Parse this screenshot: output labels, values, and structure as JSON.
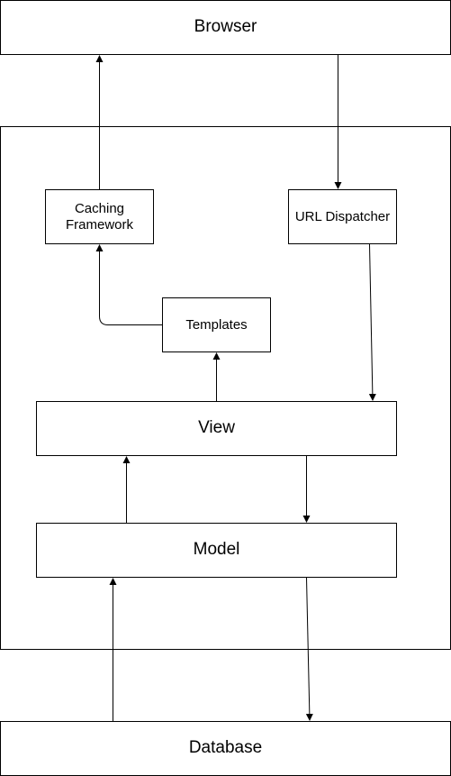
{
  "nodes": {
    "browser": "Browser",
    "caching": "Caching\nFramework",
    "url_dispatcher": "URL Dispatcher",
    "templates": "Templates",
    "view": "View",
    "model": "Model",
    "database": "Database"
  },
  "colors": {
    "stroke": "#000000",
    "fill": "#ffffff"
  }
}
